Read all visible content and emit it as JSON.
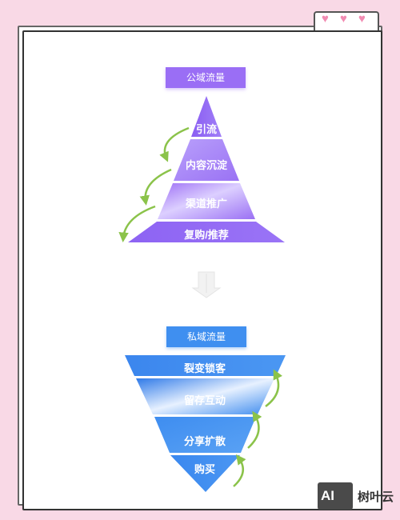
{
  "colors": {
    "background": "#f9d9e6",
    "purple": "#9a6ef5",
    "blue": "#3f8ff0",
    "arrow_green": "#8bc34a",
    "heart": "#f28bb2"
  },
  "decorations": {
    "hearts": [
      "♥",
      "♥",
      "♥"
    ]
  },
  "public_funnel": {
    "label": "公域流量",
    "stages": [
      "引流",
      "内容沉淀",
      "渠道推广",
      "复购/推荐"
    ]
  },
  "private_funnel": {
    "label": "私域流量",
    "stages": [
      "裂变锁客",
      "留存互动",
      "分享扩散",
      "购买"
    ]
  },
  "watermark": {
    "logo_text": "AI",
    "brand_text": "树叶云"
  }
}
